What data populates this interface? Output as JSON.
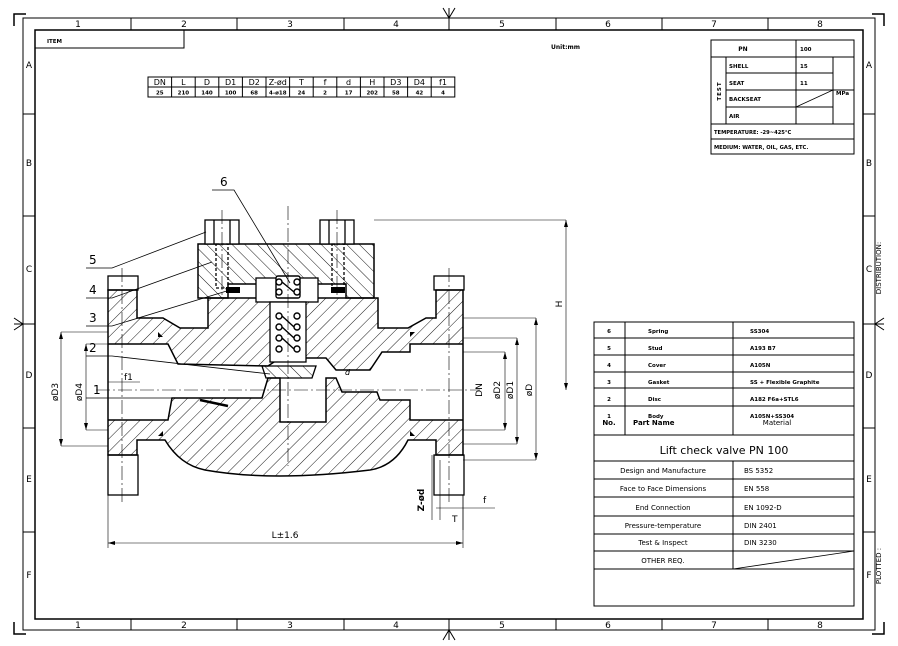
{
  "frame": {
    "col_labels": [
      "1",
      "2",
      "3",
      "4",
      "5",
      "6",
      "7",
      "8"
    ],
    "row_labels": [
      "A",
      "B",
      "C",
      "D",
      "E",
      "F"
    ],
    "distribution_label": "DISTRIBUTION:",
    "plotted_label": "PLOTTED :"
  },
  "item_label": "ITEM",
  "unit_label": "Unit:mm",
  "dim_table": {
    "headers": [
      "DN",
      "L",
      "D",
      "D1",
      "D2",
      "Z-ød",
      "T",
      "f",
      "d",
      "H",
      "D3",
      "D4",
      "f1"
    ],
    "values": [
      "25",
      "210",
      "140",
      "100",
      "68",
      "4-ø18",
      "24",
      "2",
      "17",
      "202",
      "58",
      "42",
      "4"
    ]
  },
  "test_table": {
    "pn_label": "PN",
    "pn_value": "100",
    "test_label": "TEST",
    "rows": [
      {
        "label": "SHELL",
        "value": "15"
      },
      {
        "label": "SEAT",
        "value": "11"
      },
      {
        "label": "BACKSEAT",
        "value": ""
      },
      {
        "label": "AIR",
        "value": ""
      }
    ],
    "unit": "MPa",
    "temperature": "TEMPERATURE: -29~425°C",
    "medium": "MEDIUM: WATER, OIL, GAS, ETC."
  },
  "callouts": [
    "1",
    "2",
    "3",
    "4",
    "5",
    "6"
  ],
  "dimension_labels": {
    "D3": "øD3",
    "D4": "øD4",
    "f1": "f1",
    "DN": "DN",
    "D2": "øD2",
    "D1": "øD1",
    "D": "øD",
    "H": "H",
    "L": "L±1.6",
    "Zd": "Z-ød",
    "T": "T",
    "f": "f",
    "d": "d"
  },
  "parts_list": {
    "rows": [
      {
        "no": "6",
        "name": "Spring",
        "material": "SS304"
      },
      {
        "no": "5",
        "name": "Stud",
        "material": "A193 B7"
      },
      {
        "no": "4",
        "name": "Cover",
        "material": "A105N"
      },
      {
        "no": "3",
        "name": "Gasket",
        "material": "SS + Flexible Graphite"
      },
      {
        "no": "2",
        "name": "Disc",
        "material": "A182 F6a+STL6"
      },
      {
        "no": "1",
        "name": "Body",
        "material": "A105N+SS304"
      }
    ],
    "header": {
      "no": "No.",
      "name": "Part Name",
      "material": "Material"
    }
  },
  "title": "Lift check valve  PN 100",
  "standards": [
    {
      "label": "Design and Manufacture",
      "value": "BS 5352"
    },
    {
      "label": "Face to Face Dimensions",
      "value": "EN 558"
    },
    {
      "label": "End Connection",
      "value": "EN 1092-D"
    },
    {
      "label": "Pressure-temperature",
      "value": "DIN 2401"
    },
    {
      "label": "Test & Inspect",
      "value": "DIN 3230"
    },
    {
      "label": "OTHER REQ.",
      "value": ""
    }
  ]
}
